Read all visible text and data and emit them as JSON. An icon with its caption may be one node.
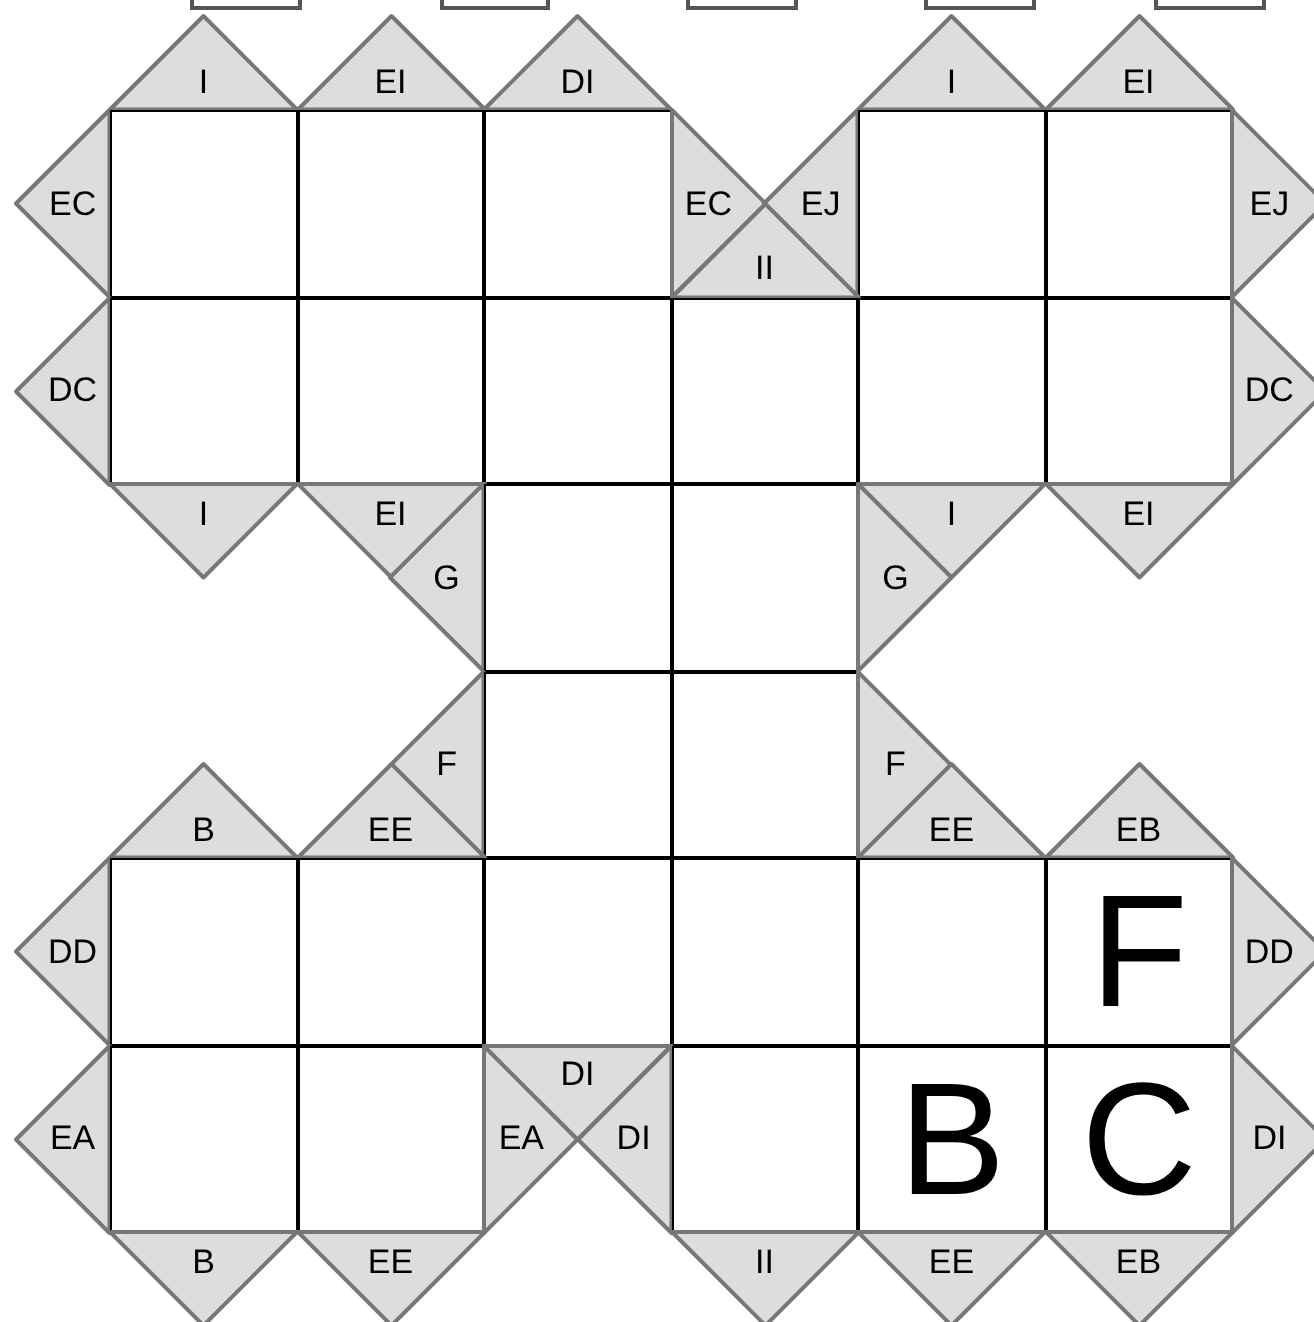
{
  "diagram": {
    "nodes": [
      {
        "text": [],
        "shape": "box"
      },
      {
        "text": [],
        "shape": "box"
      },
      {
        "text": [],
        "shape": "box"
      },
      {
        "text": [],
        "shape": "box"
      },
      {
        "text": [],
        "shape": "box"
      },
      {
        "text": [
          "I"
        ]
      },
      {
        "text": [
          "EI"
        ]
      },
      {
        "text": [
          "DI"
        ]
      },
      {
        "text": [
          "I"
        ]
      },
      {
        "text": [
          "EI"
        ]
      },
      {
        "text": [
          "EC"
        ]
      },
      {
        "text": [],
        "shape": "box"
      },
      {
        "text": [],
        "shape": "box"
      },
      {
        "text": [],
        "shape": "box"
      },
      {
        "text": [
          "EC"
        ]
      },
      {
        "text": [
          "EJ"
        ]
      },
      {
        "text": [],
        "shape": "box"
      },
      {
        "text": [],
        "shape": "box"
      },
      {
        "text": [
          "EJ"
        ]
      },
      {
        "text": [
          "II"
        ]
      },
      {
        "text": [
          "DC"
        ]
      },
      {
        "text": [],
        "shape": "box"
      },
      {
        "text": [],
        "shape": "box"
      },
      {
        "text": [],
        "shape": "box"
      },
      {
        "text": [],
        "shape": "box"
      },
      {
        "text": [],
        "shape": "box"
      },
      {
        "text": [],
        "shape": "box"
      },
      {
        "text": [
          "DC"
        ]
      },
      {
        "text": [
          "I"
        ]
      },
      {
        "text": [
          "EI"
        ]
      },
      {
        "text": [
          "I"
        ]
      },
      {
        "text": [
          "EI"
        ]
      },
      {
        "text": [
          "G"
        ]
      },
      {
        "text": [],
        "shape": "box"
      },
      {
        "text": [],
        "shape": "box"
      },
      {
        "text": [
          "G"
        ]
      },
      {
        "text": [
          "F"
        ]
      },
      {
        "text": [],
        "shape": "box"
      },
      {
        "text": [],
        "shape": "box"
      },
      {
        "text": [
          "F"
        ]
      },
      {
        "text": [
          "B"
        ]
      },
      {
        "text": [
          "EE"
        ]
      },
      {
        "text": [
          "EE"
        ]
      },
      {
        "text": [
          "EB"
        ]
      },
      {
        "text": [
          "DD"
        ]
      },
      {
        "text": [],
        "shape": "box"
      },
      {
        "text": [],
        "shape": "box"
      },
      {
        "text": [],
        "shape": "box"
      },
      {
        "text": [],
        "shape": "box"
      },
      {
        "text": [],
        "shape": "box"
      },
      {
        "text": [
          "F"
        ]
      },
      {
        "text": [
          "DD"
        ]
      },
      {
        "text": [
          "EA"
        ]
      },
      {
        "text": [],
        "shape": "box"
      },
      {
        "text": [],
        "shape": "box"
      },
      {
        "text": [
          "EA"
        ]
      },
      {
        "text": [
          "DI"
        ]
      },
      {
        "text": [
          "DI"
        ]
      },
      {
        "text": [],
        "shape": "box"
      },
      {
        "text": [
          "B"
        ]
      },
      {
        "text": [
          "C"
        ]
      },
      {
        "text": [
          "DI"
        ]
      },
      {
        "text": [
          "B"
        ]
      },
      {
        "text": [
          "EE"
        ]
      },
      {
        "text": [
          "II"
        ]
      },
      {
        "text": [
          "EE"
        ]
      },
      {
        "text": [
          "EB"
        ]
      }
    ]
  }
}
